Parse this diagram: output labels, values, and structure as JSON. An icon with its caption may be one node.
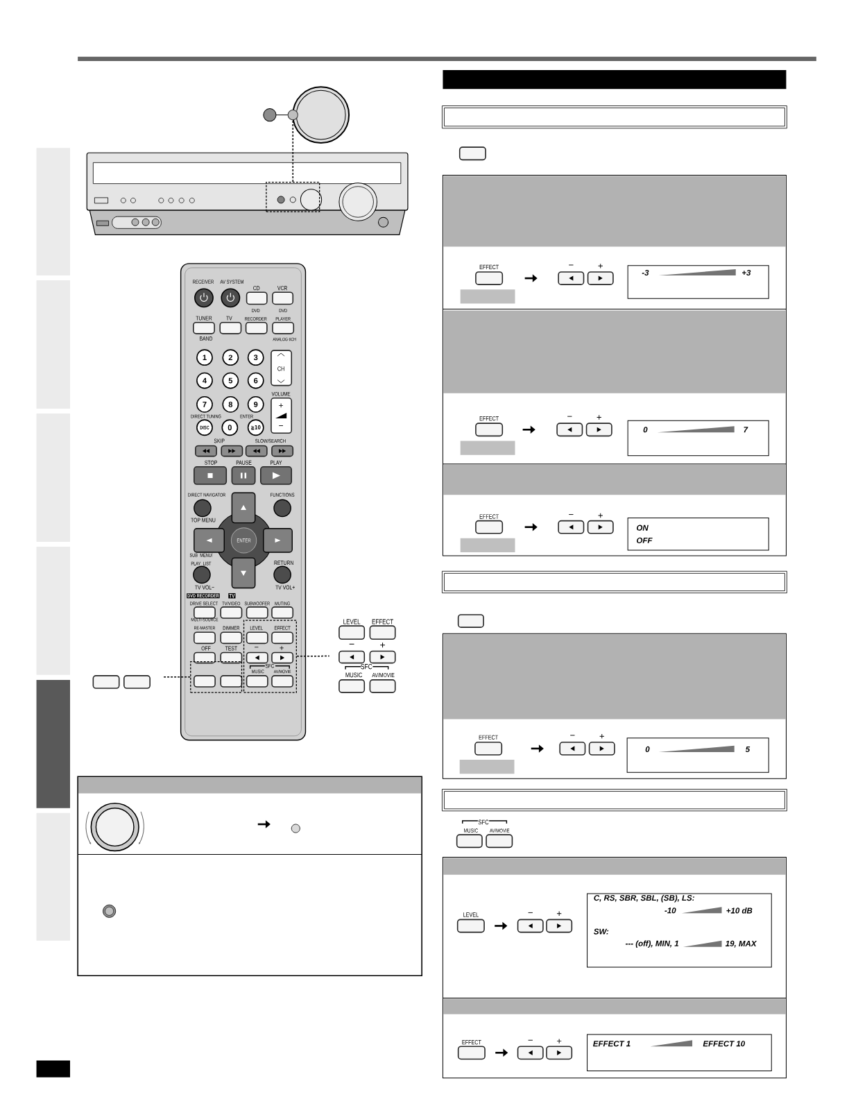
{
  "diagram": {
    "nodes": [
      {
        "text": [],
        "shape": "circle"
      },
      {
        "text": [],
        "shape": "box"
      },
      {
        "text": [],
        "shape": "box"
      },
      {
        "text": [],
        "shape": "box"
      },
      {
        "text": [
          "-3",
          "+3"
        ]
      },
      {
        "text": [
          "0",
          "7"
        ]
      },
      {
        "text": [
          "ON",
          "OFF"
        ]
      },
      {
        "text": [
          "0",
          "5"
        ]
      },
      {
        "text": [
          "C, RS, SBR, SBL, (SB), LS:",
          "-10",
          "+10 dB",
          "SW:",
          "--- (off), MIN, 1",
          "19, MAX"
        ]
      },
      {
        "text": [
          "EFFECT 1",
          "EFFECT 10"
        ]
      }
    ],
    "edges": [
      {
        "from": 1,
        "to": 0,
        "arrow": "none",
        "style": "dashed"
      },
      {
        "from": 2,
        "to": null,
        "arrow": "none",
        "style": "dashed"
      },
      {
        "from": 3,
        "to": null,
        "arrow": "none",
        "style": "dashed"
      }
    ],
    "labels": [
      "RECEIVER",
      "AV SYSTEM",
      "CD",
      "VCR",
      "TUNER",
      "TV",
      "DVD RECORDER",
      "DVD PLAYER",
      "BAND",
      "ANALOG 6CH",
      "1",
      "2",
      "3",
      "CH",
      "4",
      "5",
      "6",
      "VOLUME",
      "7",
      "8",
      "9",
      "+",
      "−",
      "DIRECT TUNING",
      "ENTER",
      "DISC",
      "0",
      "≧10",
      "SKIP",
      "SLOW/SEARCH",
      "STOP",
      "PAUSE",
      "PLAY",
      "DIRECT NAVIGATOR",
      "FUNCTIONS",
      "TOP MENU",
      "ENTER",
      "SUB MENU/ PLAY LIST",
      "RETURN",
      "TV VOL−",
      "TV VOL+",
      "DVD RECORDER",
      "TV",
      "DRIVE SELECT",
      "TV/VIDEO",
      "SUBWOOFER",
      "MUTING",
      "MULTI-SOURCE RE-MASTER",
      "DIMMER",
      "LEVEL",
      "EFFECT",
      "OFF",
      "TEST",
      "−",
      "+",
      "SFC",
      "MUSIC",
      "AV/MOVIE",
      "LEVEL",
      "EFFECT",
      "−",
      "+",
      "SFC",
      "MUSIC",
      "AV/MOVIE",
      "EFFECT",
      "−",
      "+",
      "EFFECT",
      "−",
      "+",
      "EFFECT",
      "−",
      "+",
      "EFFECT",
      "−",
      "+",
      "SFC",
      "MUSIC",
      "AV/MOVIE",
      "LEVEL",
      "−",
      "+",
      "EFFECT",
      "−",
      "+"
    ]
  }
}
